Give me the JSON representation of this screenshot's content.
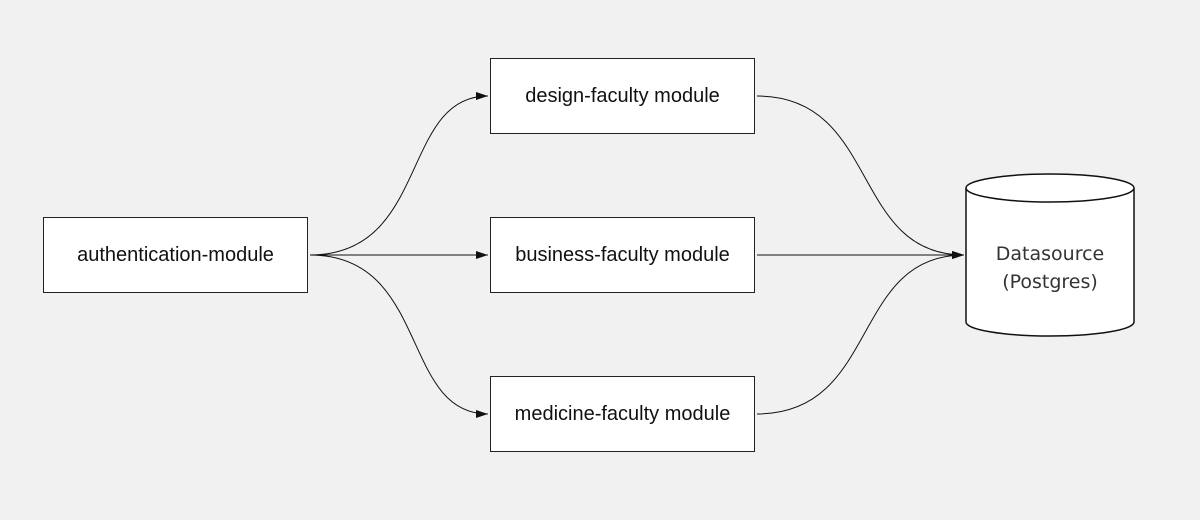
{
  "nodes": {
    "auth": "authentication-module",
    "design": "design-faculty module",
    "business": "business-faculty module",
    "medicine": "medicine-faculty module",
    "datasource": {
      "line1": "Datasource",
      "line2": "(Postgres)"
    }
  },
  "edges": [
    {
      "from": "auth",
      "to": "design"
    },
    {
      "from": "auth",
      "to": "business"
    },
    {
      "from": "auth",
      "to": "medicine"
    },
    {
      "from": "design",
      "to": "datasource"
    },
    {
      "from": "business",
      "to": "datasource"
    },
    {
      "from": "medicine",
      "to": "datasource"
    }
  ]
}
